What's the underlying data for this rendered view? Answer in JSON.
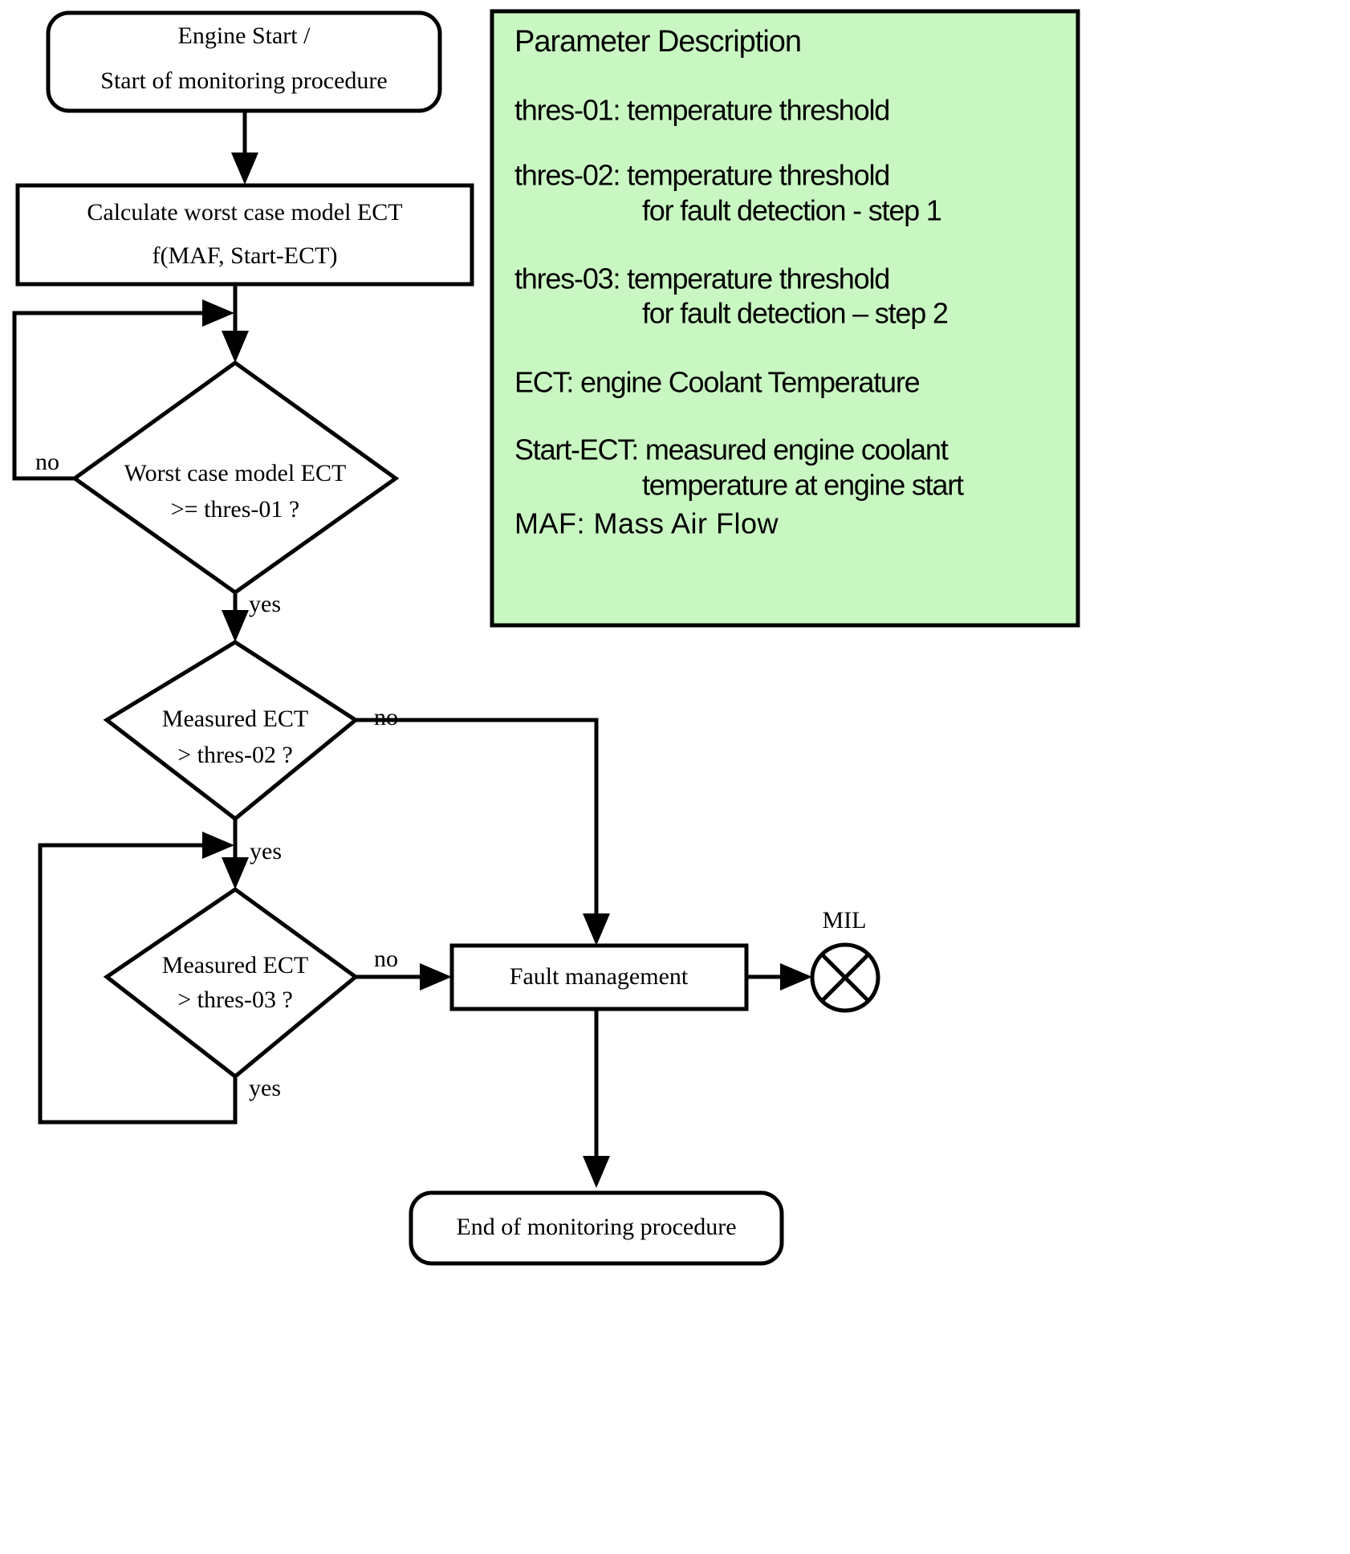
{
  "diagram": {
    "title": "Engine coolant temperature monitoring procedure flowchart",
    "nodes": {
      "start": {
        "line1": "Engine Start /",
        "line2": "Start of monitoring procedure"
      },
      "calc": {
        "line1": "Calculate worst case model ECT",
        "line2": "f(MAF, Start-ECT)"
      },
      "decision1": {
        "line1": "Worst case model ECT",
        "line2": ">= thres-01 ?"
      },
      "decision2": {
        "line1": "Measured ECT",
        "line2": "> thres-02 ?"
      },
      "decision3": {
        "line1": "Measured ECT",
        "line2": "> thres-03 ?"
      },
      "fault": {
        "line1": "Fault management"
      },
      "end": {
        "line1": "End of monitoring procedure"
      },
      "mil": {
        "label": "MIL"
      }
    },
    "edge_labels": {
      "d1_no": "no",
      "d1_yes": "yes",
      "d2_no": "no",
      "d2_yes": "yes",
      "d3_no": "no",
      "d3_yes": "yes"
    }
  },
  "legend": {
    "background_color": "#c9f7c2",
    "border_color": "#000000",
    "title": "Parameter Description",
    "entries": [
      {
        "term": "thres-01:",
        "lines": [
          "temperature threshold"
        ]
      },
      {
        "term": "thres-02:",
        "lines": [
          "temperature threshold",
          "for fault detection  - step 1"
        ]
      },
      {
        "term": "thres-03:",
        "lines": [
          "temperature threshold",
          "for fault detection – step 2"
        ]
      },
      {
        "term": "ECT:",
        "lines": [
          "engine Coolant Temperature"
        ]
      },
      {
        "term": "Start-ECT:",
        "lines": [
          "measured engine coolant",
          "temperature at engine start"
        ]
      },
      {
        "term": "MAF:",
        "lines": [
          "Mass Air Flow"
        ]
      }
    ],
    "flat_lines": [
      "Parameter Description",
      "thres-01: temperature threshold",
      "thres-02: temperature threshold",
      "for fault detection  - step 1",
      "thres-03: temperature threshold",
      "for fault detection – step 2",
      "ECT:        engine Coolant Temperature",
      "Start-ECT:  measured engine coolant",
      "temperature at engine start",
      "MAF: Mass Air Flow"
    ]
  }
}
